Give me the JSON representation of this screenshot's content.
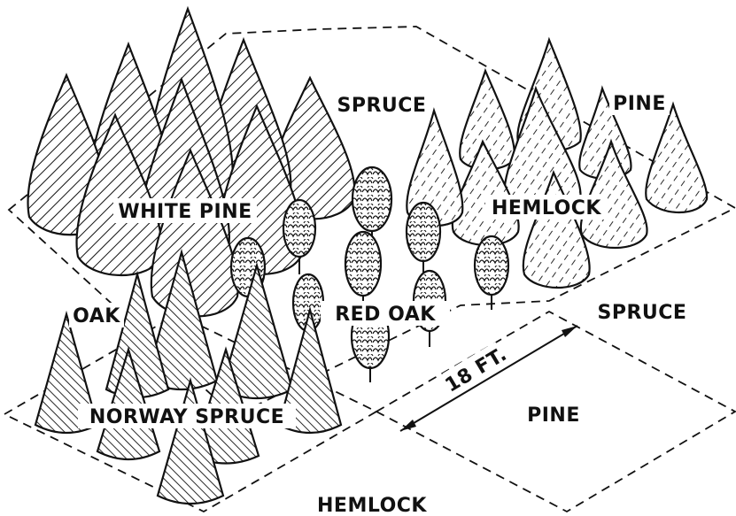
{
  "labels": {
    "white_pine": "WHITE PINE",
    "spruce_top": "SPRUCE",
    "pine_top": "PINE",
    "hemlock_top": "HEMLOCK",
    "red_oak": "RED OAK",
    "oak": "OAK",
    "norway_spruce": "NORWAY SPRUCE",
    "spruce_right": "SPRUCE",
    "pine_bottom": "PINE",
    "hemlock_bottom": "HEMLOCK",
    "dimension": "18 FT."
  },
  "colors": {
    "ink": "#111111",
    "paper": "#ffffff"
  },
  "stands": [
    {
      "name": "white-pine-stand",
      "style": "tall-pine"
    },
    {
      "name": "hemlock-stand",
      "style": "dashed-hatch"
    },
    {
      "name": "red-oak-stand",
      "style": "round-crown"
    },
    {
      "name": "norway-spruce-stand",
      "style": "cone"
    }
  ]
}
